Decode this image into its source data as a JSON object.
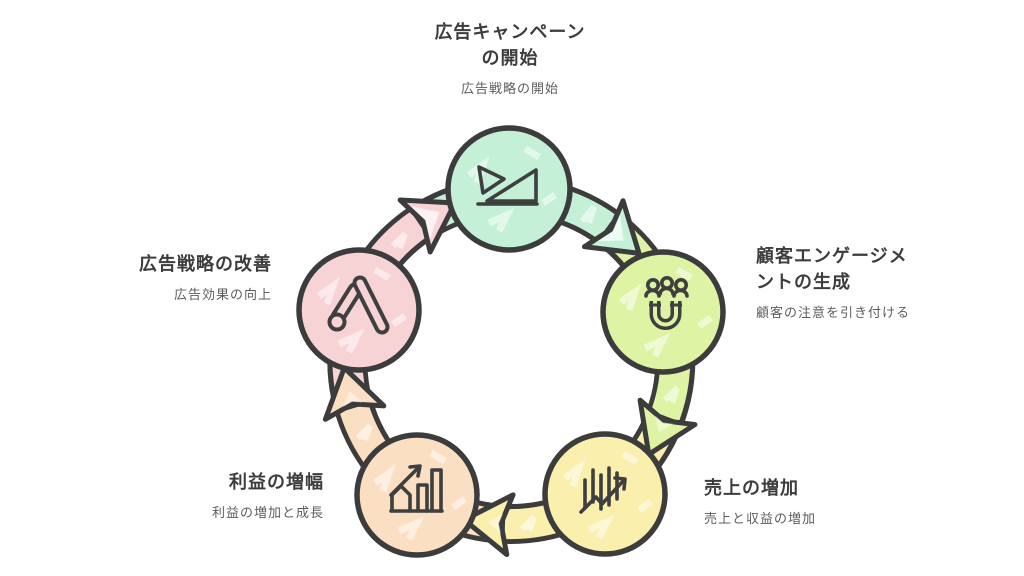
{
  "diagram": {
    "type": "cycle-diagram",
    "background_color": "#ffffff",
    "outline_color": "#3c3c3c",
    "title_color": "#3d3d3d",
    "subtitle_color": "#5d5d5d",
    "flow": "clockwise",
    "nodes": [
      {
        "id": "campaign-start",
        "title": "広告キャンペーン\nの開始",
        "subtitle": "広告戦略の開始",
        "color": "#c4f0d7",
        "icon": "video-campaign-icon",
        "position": "top"
      },
      {
        "id": "engagement",
        "title": "顧客エンゲージメ\nントの生成",
        "subtitle": "顧客の注意を引き付ける",
        "color": "#def3a4",
        "icon": "audience-magnet-icon",
        "position": "right"
      },
      {
        "id": "sales-increase",
        "title": "売上の増加",
        "subtitle": "売上と収益の増加",
        "color": "#faefad",
        "icon": "stock-rise-icon",
        "position": "bottom-right"
      },
      {
        "id": "profit-growth",
        "title": "利益の増幅",
        "subtitle": "利益の増加と成長",
        "color": "#fadfc2",
        "icon": "bar-growth-icon",
        "position": "bottom-left"
      },
      {
        "id": "strategy-improve",
        "title": "広告戦略の改善",
        "subtitle": "広告効果の向上",
        "color": "#f8d3d6",
        "icon": "google-ads-icon",
        "position": "left"
      }
    ],
    "connectors": [
      {
        "from": "campaign-start",
        "to": "engagement"
      },
      {
        "from": "engagement",
        "to": "sales-increase"
      },
      {
        "from": "sales-increase",
        "to": "profit-growth"
      },
      {
        "from": "profit-growth",
        "to": "strategy-improve"
      },
      {
        "from": "strategy-improve",
        "to": "campaign-start"
      }
    ]
  }
}
